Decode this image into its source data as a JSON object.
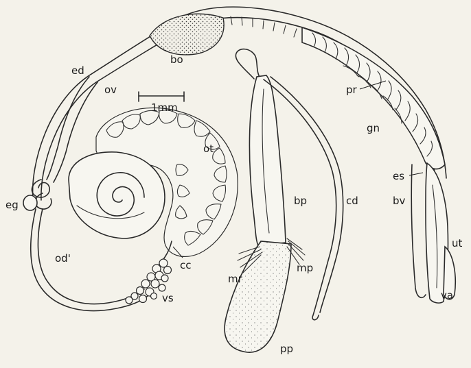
{
  "scale_bar": {
    "label": "1mm"
  },
  "labels": {
    "ed": "ed",
    "bo": "bo",
    "ov": "ov",
    "pr": "pr",
    "gn": "gn",
    "ot": "ot",
    "es": "es",
    "bv": "bv",
    "eg": "eg",
    "bp": "bp",
    "cd": "cd",
    "ut": "ut",
    "od": "od'",
    "cc": "cc",
    "mp": "mp",
    "mr": "mr",
    "vs": "vs",
    "va": "va",
    "pp": "pp"
  }
}
